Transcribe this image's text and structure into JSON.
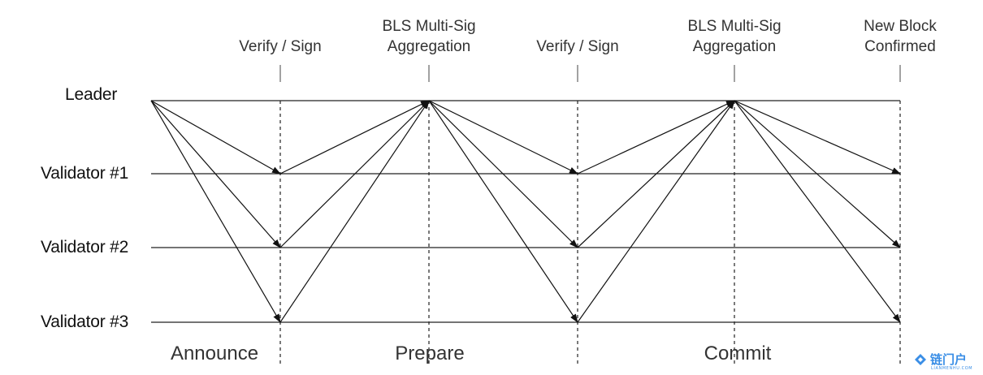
{
  "roles": [
    {
      "id": "leader",
      "label": "Leader"
    },
    {
      "id": "validator-1",
      "label": "Validator #1"
    },
    {
      "id": "validator-2",
      "label": "Validator #2"
    },
    {
      "id": "validator-3",
      "label": "Validator #3"
    }
  ],
  "stages": [
    {
      "id": "verify-sign-1",
      "label_lines": [
        "Verify / Sign"
      ]
    },
    {
      "id": "bls-aggregation-1",
      "label_lines": [
        "BLS Multi-Sig",
        "Aggregation"
      ]
    },
    {
      "id": "verify-sign-2",
      "label_lines": [
        "Verify / Sign"
      ]
    },
    {
      "id": "bls-aggregation-2",
      "label_lines": [
        "BLS Multi-Sig",
        "Aggregation"
      ]
    },
    {
      "id": "new-block-confirmed",
      "label_lines": [
        "New Block",
        "Confirmed"
      ]
    }
  ],
  "phases": [
    {
      "id": "announce",
      "label": "Announce"
    },
    {
      "id": "prepare",
      "label": "Prepare"
    },
    {
      "id": "commit",
      "label": "Commit"
    }
  ],
  "messages": [
    {
      "from": "leader",
      "from_stage": "start",
      "to": "validator-1",
      "to_stage": "verify-sign-1"
    },
    {
      "from": "leader",
      "from_stage": "start",
      "to": "validator-2",
      "to_stage": "verify-sign-1"
    },
    {
      "from": "leader",
      "from_stage": "start",
      "to": "validator-3",
      "to_stage": "verify-sign-1"
    },
    {
      "from": "validator-1",
      "from_stage": "verify-sign-1",
      "to": "leader",
      "to_stage": "bls-aggregation-1"
    },
    {
      "from": "validator-2",
      "from_stage": "verify-sign-1",
      "to": "leader",
      "to_stage": "bls-aggregation-1"
    },
    {
      "from": "validator-3",
      "from_stage": "verify-sign-1",
      "to": "leader",
      "to_stage": "bls-aggregation-1"
    },
    {
      "from": "leader",
      "from_stage": "bls-aggregation-1",
      "to": "validator-1",
      "to_stage": "verify-sign-2"
    },
    {
      "from": "leader",
      "from_stage": "bls-aggregation-1",
      "to": "validator-2",
      "to_stage": "verify-sign-2"
    },
    {
      "from": "leader",
      "from_stage": "bls-aggregation-1",
      "to": "validator-3",
      "to_stage": "verify-sign-2"
    },
    {
      "from": "validator-1",
      "from_stage": "verify-sign-2",
      "to": "leader",
      "to_stage": "bls-aggregation-2"
    },
    {
      "from": "validator-2",
      "from_stage": "verify-sign-2",
      "to": "leader",
      "to_stage": "bls-aggregation-2"
    },
    {
      "from": "validator-3",
      "from_stage": "verify-sign-2",
      "to": "leader",
      "to_stage": "bls-aggregation-2"
    },
    {
      "from": "leader",
      "from_stage": "bls-aggregation-2",
      "to": "validator-1",
      "to_stage": "new-block-confirmed"
    },
    {
      "from": "leader",
      "from_stage": "bls-aggregation-2",
      "to": "validator-2",
      "to_stage": "new-block-confirmed"
    },
    {
      "from": "leader",
      "from_stage": "bls-aggregation-2",
      "to": "validator-3",
      "to_stage": "new-block-confirmed"
    }
  ],
  "watermark": {
    "text": "链门户",
    "subtext": "LIANMENHU.COM",
    "color": "#3a8ee6"
  },
  "colors": {
    "line": "#111111",
    "text": "#333333"
  }
}
